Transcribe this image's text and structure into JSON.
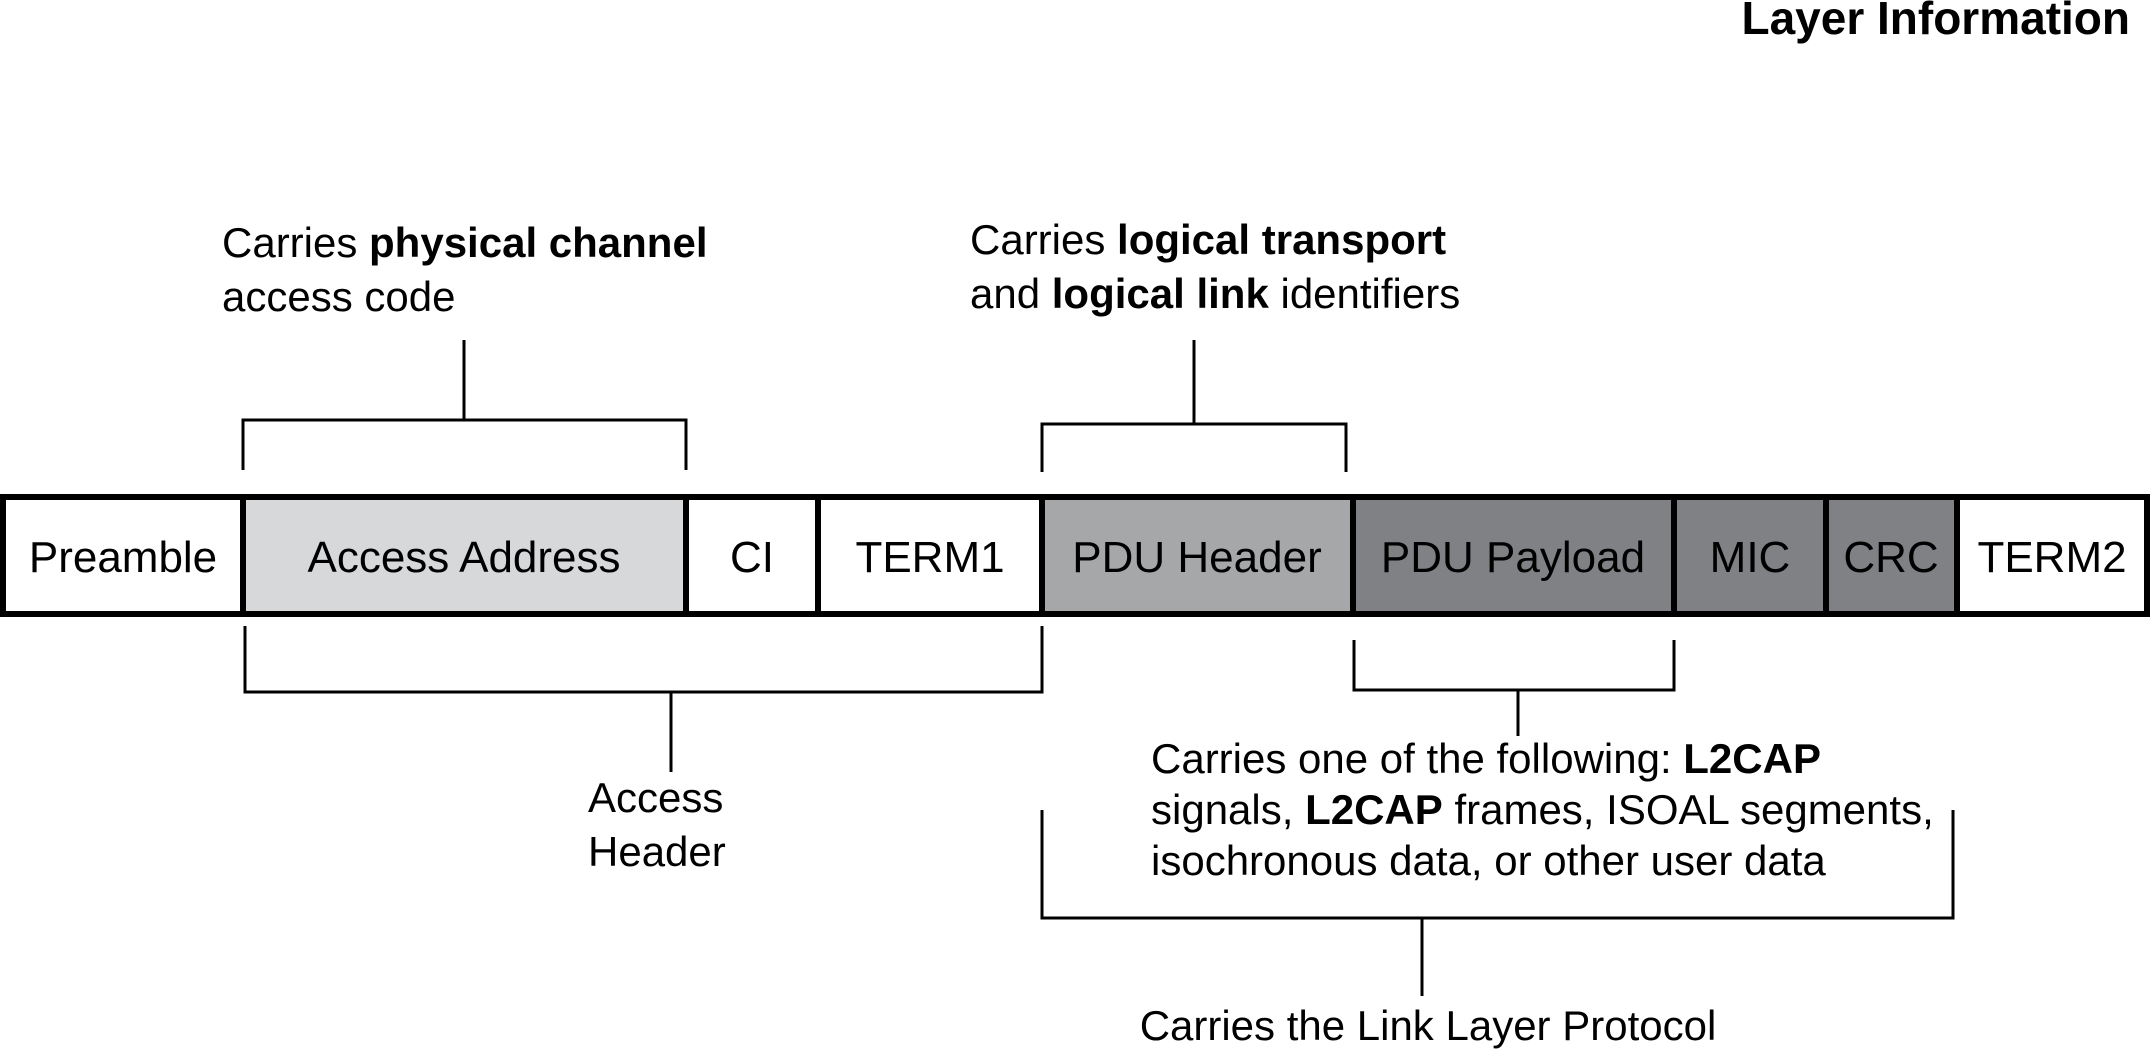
{
  "heading": "Layer Information",
  "fields": [
    {
      "id": "preamble",
      "label": "Preamble",
      "color": "#ffffff"
    },
    {
      "id": "access-address",
      "label": "Access Address",
      "color": "#d7d8da"
    },
    {
      "id": "ci",
      "label": "CI",
      "color": "#ffffff"
    },
    {
      "id": "term1",
      "label": "TERM1",
      "color": "#ffffff"
    },
    {
      "id": "pdu-header",
      "label": "PDU Header",
      "color": "#a6a7a9"
    },
    {
      "id": "pdu-payload",
      "label": "PDU Payload",
      "color": "#808184"
    },
    {
      "id": "mic",
      "label": "MIC",
      "color": "#808184"
    },
    {
      "id": "crc",
      "label": "CRC",
      "color": "#808184"
    },
    {
      "id": "term2",
      "label": "TERM2",
      "color": "#ffffff"
    }
  ],
  "notes": {
    "physical_channel": {
      "line1": [
        "Carries ",
        "physical channel"
      ],
      "line2": [
        "access code"
      ]
    },
    "logical_transport": {
      "line1": [
        "Carries ",
        "logical transport"
      ],
      "line2": [
        "and ",
        "logical link",
        " identifiers"
      ]
    },
    "access_header": {
      "line1": "Access",
      "line2": "Header"
    },
    "payload_contents": {
      "line1": [
        "Carries one of the following: ",
        "L2CAP"
      ],
      "line2": [
        "signals, ",
        "L2CAP",
        " frames, ISOAL segments,"
      ],
      "line3": [
        "isochronous data, or other user data"
      ]
    },
    "link_layer": {
      "line1": "Carries the Link Layer Protocol"
    }
  }
}
